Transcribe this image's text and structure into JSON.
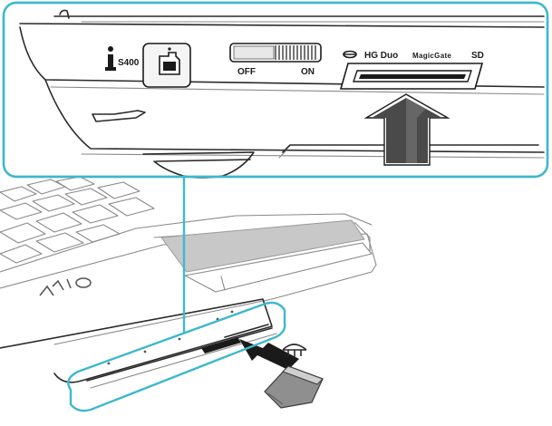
{
  "labels": {
    "port_number": "S400",
    "switch_off": "OFF",
    "switch_on": "ON",
    "hg_duo": "HG Duo",
    "magicgate": "MagicGate",
    "sd": "SD",
    "vaio": "VAIO"
  },
  "colors": {
    "callout_outline": "#3fb8cc",
    "touchpad": "#c8c8c8",
    "line_art": "#2a2a2a"
  },
  "icons": {
    "ilink": "ilink-icon",
    "memory_stick": "memory-stick-icon"
  }
}
